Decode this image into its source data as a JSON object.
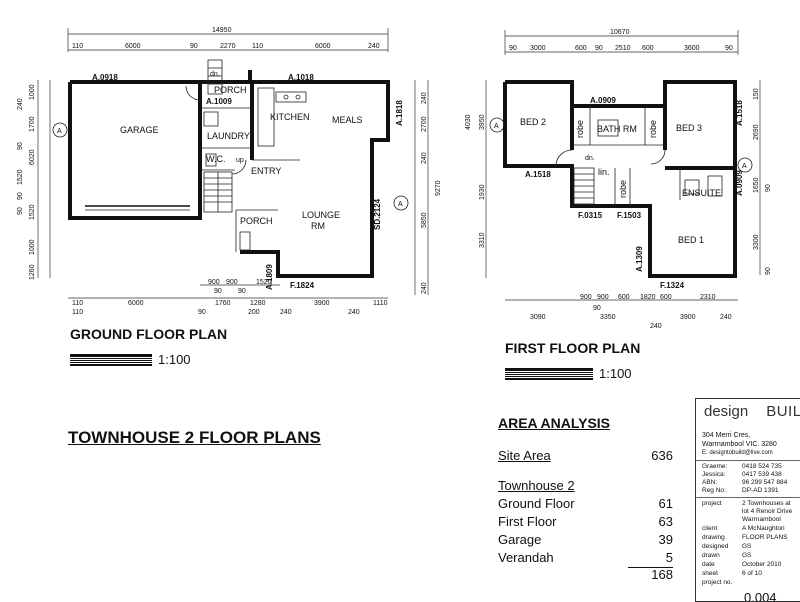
{
  "ground": {
    "overall": "14950",
    "top_dims": [
      "110",
      "6000",
      "90",
      "2270",
      "110",
      "6000",
      "240"
    ],
    "bottom_dims_1": [
      "900",
      "900",
      "1520",
      "90",
      "90"
    ],
    "bottom_dims_2": [
      "110",
      "6000",
      "1760",
      "1280",
      "1110"
    ],
    "bottom_dims_3": [
      "110",
      "90",
      "200",
      "240",
      "3900",
      "240"
    ],
    "left_dims": [
      "240",
      "1000",
      "1700",
      "90",
      "1520",
      "90",
      "1520",
      "90",
      "1000",
      "1260"
    ],
    "left_total": "6020",
    "right_dims": [
      "240",
      "2700",
      "240",
      "5850",
      "240"
    ],
    "right_total": "9270",
    "rooms": [
      "GARAGE",
      "PORCH",
      "LAUNDRY",
      "KITCHEN",
      "MEALS",
      "W.C.",
      "ENTRY",
      "PORCH",
      "LOUNGE",
      "RM"
    ],
    "tags": [
      "A.0918",
      "A.1009",
      "A.1018",
      "A.1818",
      "SD.2124",
      "A.1809",
      "F.1824"
    ],
    "dn": "dn.",
    "up": "up",
    "section": "A"
  },
  "first": {
    "overall": "10670",
    "top_dims": [
      "90",
      "3000",
      "600",
      "90",
      "2510",
      "600",
      "3600",
      "90"
    ],
    "bottom_dims_1": [
      "900",
      "900",
      "600",
      "1820",
      "600",
      "2310"
    ],
    "bottom_dims_2": [
      "3090",
      "3350",
      "3900",
      "240"
    ],
    "bottom_dims_3": [
      "90",
      "240"
    ],
    "left_dims": [
      "4030",
      "3950",
      "1930",
      "3310"
    ],
    "right_dims": [
      "150",
      "2690",
      "1650",
      "90",
      "3300",
      "90"
    ],
    "rooms": [
      "BED 2",
      "robe",
      "BATH RM",
      "robe",
      "BED 3",
      "dn.",
      "lin.",
      "robe",
      "ENSUITE",
      "BED 1"
    ],
    "tags": [
      "A.0909",
      "A.1518",
      "A.1518",
      "A.0909",
      "F.0315",
      "F.1503",
      "A.1309",
      "F.1324"
    ],
    "section": "A"
  },
  "labels": {
    "ground_title": "GROUND FLOOR PLAN",
    "ground_scale": "1:100",
    "first_title": "FIRST FLOOR PLAN",
    "first_scale": "1:100",
    "main_title": "TOWNHOUSE 2 FLOOR PLANS"
  },
  "area": {
    "title": "AREA ANALYSIS",
    "site_label": "Site Area",
    "site_value": "636",
    "group": "Townhouse 2",
    "rows": [
      {
        "label": "Ground Floor",
        "value": "61"
      },
      {
        "label": "First Floor",
        "value": "63"
      },
      {
        "label": "Garage",
        "value": "39"
      },
      {
        "label": "Verandah",
        "value": "5"
      }
    ],
    "total": "168"
  },
  "titleblock": {
    "logo_a": "design",
    "logo_b": "BUIL",
    "address_1": "304 Merri Cres,",
    "address_2": "Warrnambool VIC. 3280",
    "email": "E: designtobuild@live.com",
    "contacts": [
      {
        "k": "Graeme:",
        "v": "0418 524 735"
      },
      {
        "k": "Jessica:",
        "v": "0417 539 438"
      },
      {
        "k": "ABN:",
        "v": "96 299 547 884"
      },
      {
        "k": "Reg No:",
        "v": "DP-AD 1391"
      }
    ],
    "project_k": "project",
    "project_v": "2 Townhouses at lot 4 Renoir Drive Warrnambool",
    "client_k": "client",
    "client_v": "A McNaughton",
    "drawing_k": "drawing",
    "drawing_v": "FLOOR PLANS",
    "designed_k": "designed",
    "designed_v": "GS",
    "drawn_k": "drawn",
    "drawn_v": "GS",
    "date_k": "date",
    "date_v": "October 2010",
    "sheet_k": "sheet",
    "sheet_v": "6  of  10",
    "projno_k": "project no.",
    "dwg_no": "0.004"
  }
}
